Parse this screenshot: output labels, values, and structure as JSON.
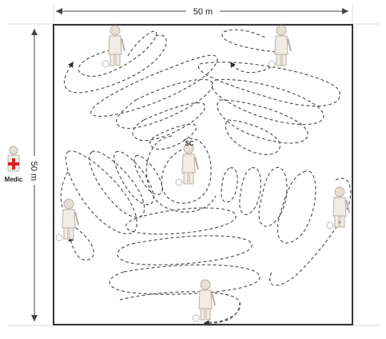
{
  "dimensions": {
    "width_label": "50 m",
    "height_label": "50 m"
  },
  "labels": {
    "center_person": "SC",
    "medic": "Medic"
  },
  "colors": {
    "border": "#333333",
    "path": "#555555",
    "person_body": "#ece7de",
    "person_outline": "#b9b0a2",
    "medic_cross": "#d9232a",
    "guide_lines": "#dddddd"
  },
  "icons": {
    "walker": "person-icon",
    "medic": "medic-icon",
    "arrow": "arrowhead-icon"
  }
}
